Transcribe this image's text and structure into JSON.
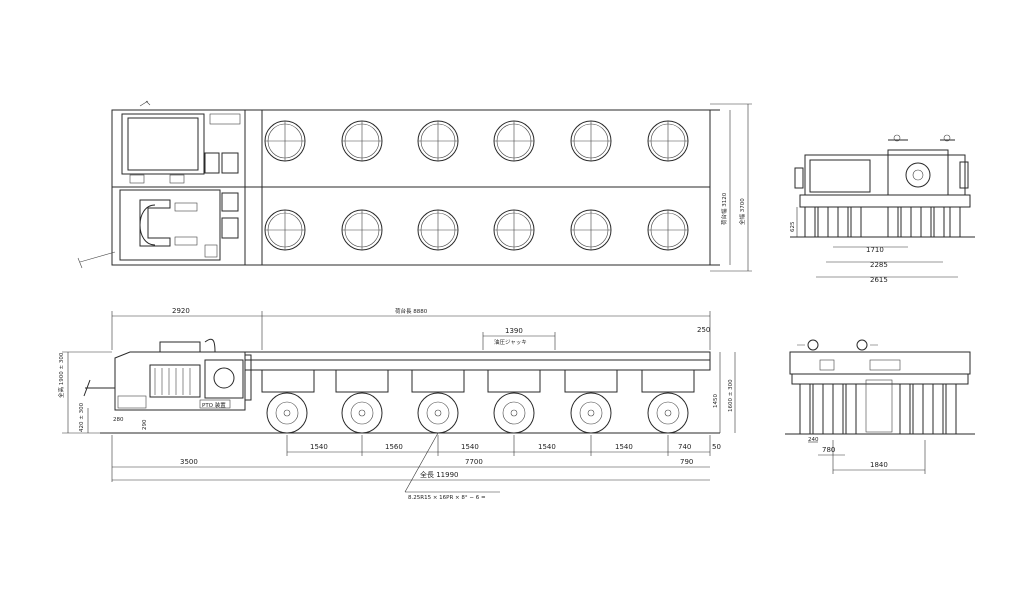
{
  "top_view": {
    "dim_inner_width": "荷台幅 3120",
    "dim_total_width": "全幅 3700"
  },
  "side_view": {
    "dim_front_overhang": "2920",
    "dim_deck_length": "荷台長 8880",
    "dim_axle_pitch": "1390",
    "dim_axle_pitch_label": "油圧ジャッキ",
    "dim_rear_gap": "250",
    "dim_height_total": "全高 1900 ± 300",
    "dim_deck_height": "1600 ± 300",
    "dim_frame": "1450",
    "dim_ground_front": "420 ± 300",
    "dim_step_280": "280",
    "dim_step_290": "290",
    "axle_spacings": [
      "1540",
      "1560",
      "1540",
      "1540",
      "1540"
    ],
    "dim_rear_740": "740",
    "dim_rear_50": "50",
    "dim_front_3500": "3500",
    "dim_wheelbase": "7700",
    "dim_rear_790": "790",
    "dim_total_length": "全長 11990",
    "tire_spec": "8.25R15 × 16PR × 8° − 6 =",
    "engine_label": "PTO 装置"
  },
  "front_view": {
    "dim_625": "625",
    "dim_1710": "1710",
    "dim_2285": "2285",
    "dim_2615": "2615"
  },
  "rear_view": {
    "dim_240": "240",
    "dim_780": "780",
    "dim_1840": "1840"
  }
}
